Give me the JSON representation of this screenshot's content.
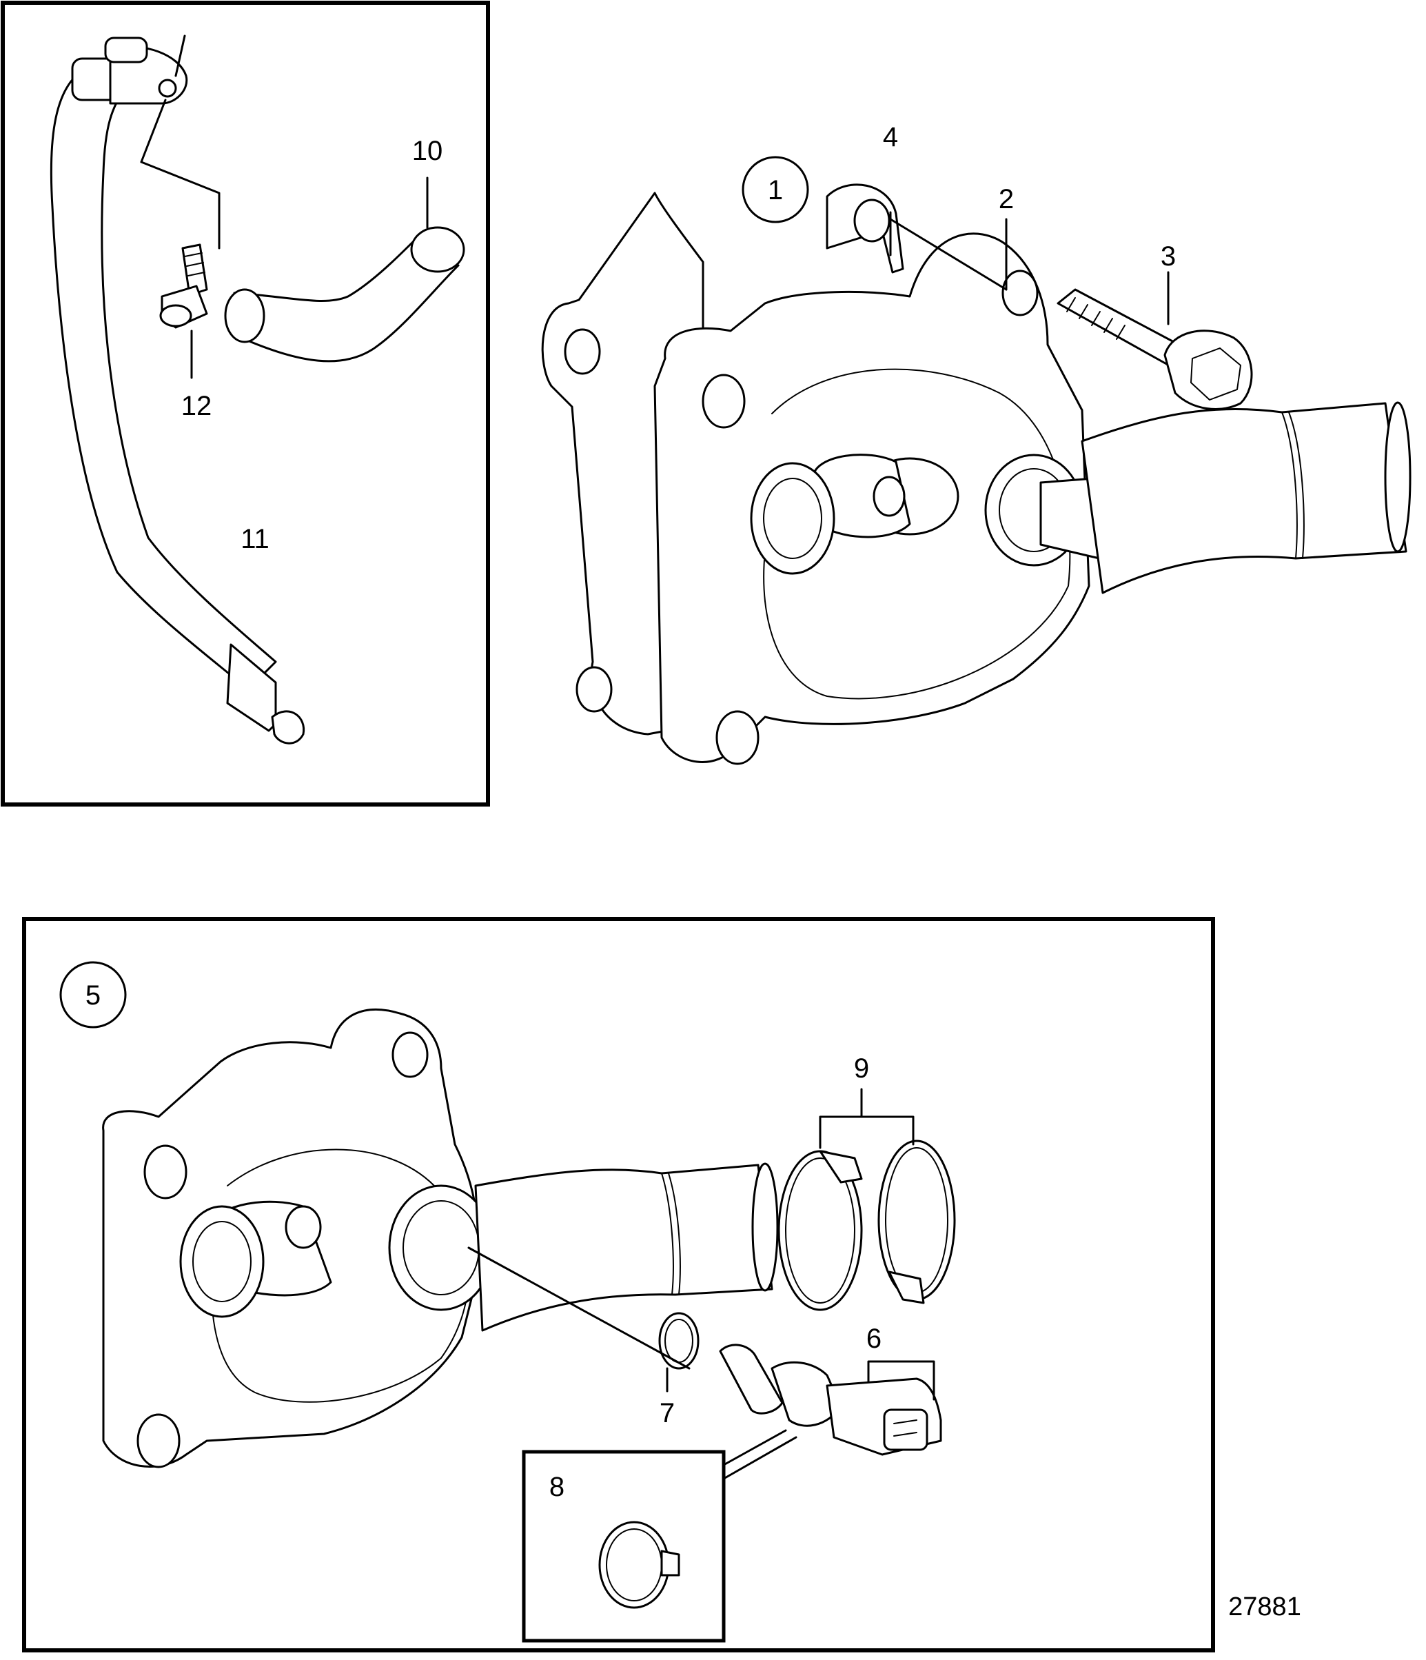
{
  "callouts": {
    "c1": "1",
    "c2": "2",
    "c3": "3",
    "c4": "4",
    "c5": "5",
    "c6": "6",
    "c7": "7",
    "c8": "8",
    "c9": "9",
    "c10": "10",
    "c11": "11",
    "c12": "12"
  },
  "figure_number": "27881"
}
